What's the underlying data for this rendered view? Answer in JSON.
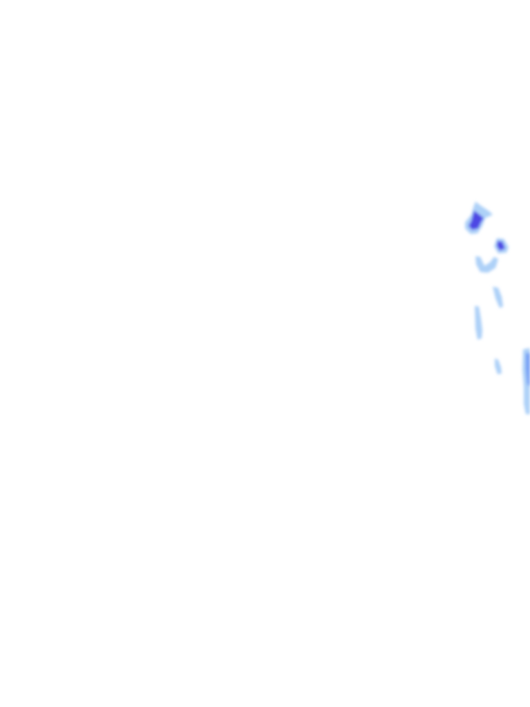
{
  "overlay": {
    "type": "precipitation-radar-tile",
    "background_color": "#ffffff",
    "intensity_colors": {
      "light": "#a9cff8",
      "moderate": "#6f9af5",
      "heavy": "#4a3fe4"
    },
    "cells": [
      {
        "intensity": "heavy"
      },
      {
        "intensity": "heavy"
      },
      {
        "intensity": "light"
      },
      {
        "intensity": "light"
      },
      {
        "intensity": "light"
      },
      {
        "intensity": "light"
      },
      {
        "intensity": "moderate"
      }
    ]
  }
}
